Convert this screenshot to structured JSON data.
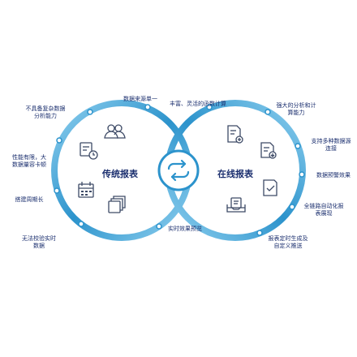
{
  "diagram": {
    "left_title": "传统报表",
    "right_title": "在线报表",
    "colors": {
      "ring_dark": "#2c93cc",
      "ring_light": "#8fd0ef",
      "text": "#1a2e6e",
      "icon": "#3d4a66"
    },
    "left_labels": [
      "不具备复杂数据\n分析能力",
      "数据来源单一",
      "性能有限，大\n数据量容卡顿",
      "搭建周期长",
      "无法校验实时\n数据"
    ],
    "right_labels": [
      "丰富、灵活的函数计算",
      "强大的分析和计\n算能力",
      "支持多种数据源\n连接",
      "数据预警效果",
      "全链路自动化报\n表展现",
      "实时效果预览",
      "报表定时生成及\n自定义推送"
    ],
    "icons": {
      "left": [
        "users-icon",
        "clock-document-icon",
        "calendar-icon",
        "stack-icon"
      ],
      "right": [
        "document-add-icon",
        "document-download-icon",
        "document-check-icon",
        "inbox-document-icon"
      ],
      "center": "sync-icon"
    }
  }
}
